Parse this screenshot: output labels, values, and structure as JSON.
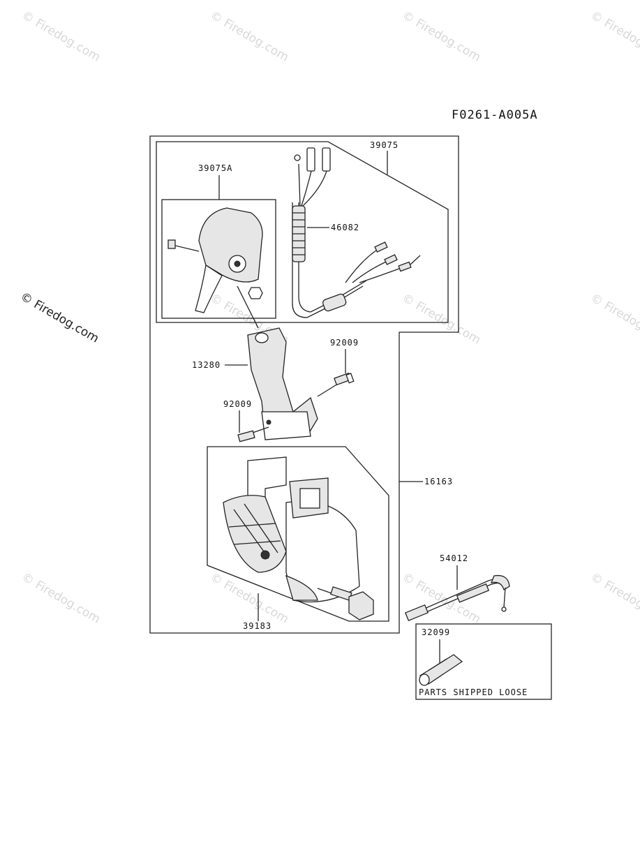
{
  "diagram": {
    "code": "F0261-A005A",
    "watermark": "© Firedog.com",
    "note": "PARTS SHIPPED LOOSE",
    "parts": [
      {
        "id": "39075"
      },
      {
        "id": "39075A"
      },
      {
        "id": "46082"
      },
      {
        "id": "92009"
      },
      {
        "id": "13280"
      },
      {
        "id": "92009"
      },
      {
        "id": "16163"
      },
      {
        "id": "54012"
      },
      {
        "id": "39183"
      },
      {
        "id": "32099"
      }
    ]
  }
}
